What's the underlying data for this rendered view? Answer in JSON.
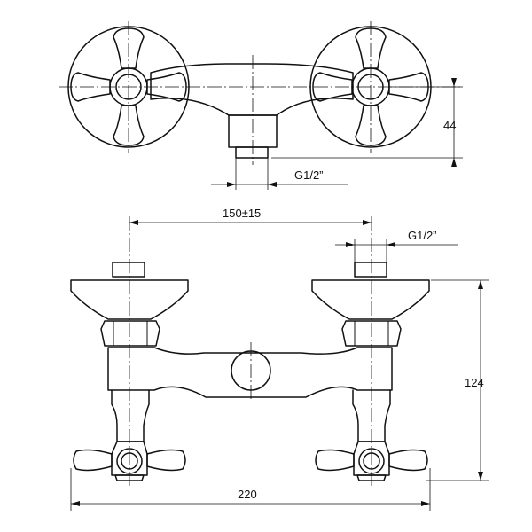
{
  "dimensions": {
    "outlet_thread_top": "G1/2”",
    "height_offset_top": "44",
    "center_distance": "150±15",
    "inlet_thread": "G1/2”",
    "body_height": "124",
    "overall_width": "220"
  }
}
